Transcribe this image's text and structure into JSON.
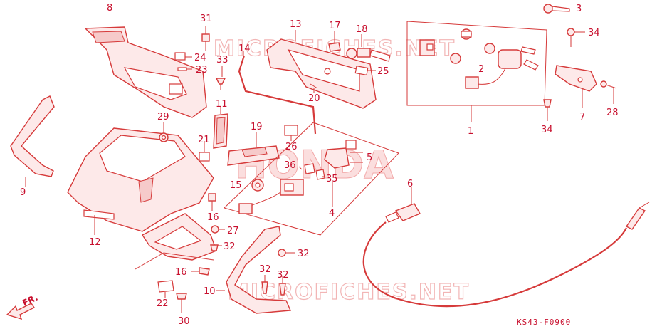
{
  "diagram_code": "KS43-F0900",
  "watermarks": {
    "site_top": "MICROFICHES.NET",
    "site_bottom": "MICROFICHES.NET",
    "brand": "HONDA"
  },
  "front_arrow_label": "FR.",
  "callouts": [
    {
      "id": "c8",
      "text": "8"
    },
    {
      "id": "c31",
      "text": "31"
    },
    {
      "id": "c24",
      "text": "24"
    },
    {
      "id": "c23",
      "text": "23"
    },
    {
      "id": "c33",
      "text": "33"
    },
    {
      "id": "c14",
      "text": "14"
    },
    {
      "id": "c13",
      "text": "13"
    },
    {
      "id": "c17",
      "text": "17"
    },
    {
      "id": "c18",
      "text": "18"
    },
    {
      "id": "c25",
      "text": "25"
    },
    {
      "id": "c20",
      "text": "20"
    },
    {
      "id": "c3",
      "text": "3"
    },
    {
      "id": "c34a",
      "text": "34"
    },
    {
      "id": "c2",
      "text": "2"
    },
    {
      "id": "c1",
      "text": "1"
    },
    {
      "id": "c7",
      "text": "7"
    },
    {
      "id": "c28",
      "text": "28"
    },
    {
      "id": "c34b",
      "text": "34"
    },
    {
      "id": "c29",
      "text": "29"
    },
    {
      "id": "c11",
      "text": "11"
    },
    {
      "id": "c21",
      "text": "21"
    },
    {
      "id": "c19",
      "text": "19"
    },
    {
      "id": "c26",
      "text": "26"
    },
    {
      "id": "c5",
      "text": "5"
    },
    {
      "id": "c36",
      "text": "36"
    },
    {
      "id": "c35",
      "text": "35"
    },
    {
      "id": "c15",
      "text": "15"
    },
    {
      "id": "c4",
      "text": "4"
    },
    {
      "id": "c9",
      "text": "9"
    },
    {
      "id": "c12",
      "text": "12"
    },
    {
      "id": "c16a",
      "text": "16"
    },
    {
      "id": "c27",
      "text": "27"
    },
    {
      "id": "c32a",
      "text": "32"
    },
    {
      "id": "c32b",
      "text": "32"
    },
    {
      "id": "c16b",
      "text": "16"
    },
    {
      "id": "c6",
      "text": "6"
    },
    {
      "id": "c32c",
      "text": "32"
    },
    {
      "id": "c32d",
      "text": "32"
    },
    {
      "id": "c10",
      "text": "10"
    },
    {
      "id": "c22",
      "text": "22"
    },
    {
      "id": "c30",
      "text": "30"
    }
  ]
}
